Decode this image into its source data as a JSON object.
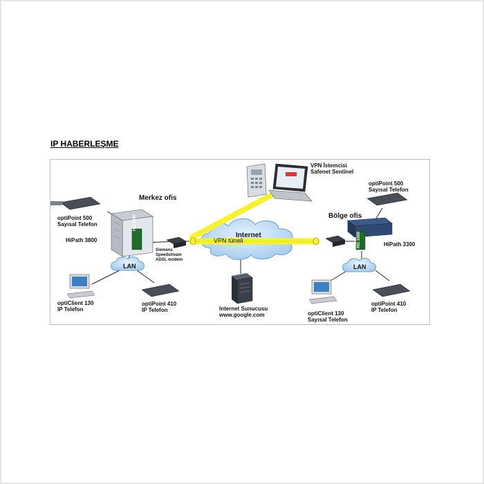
{
  "heading": "IP HABERLEŞME",
  "labels": {
    "vpn_client_line1": "VPN İstemcisi",
    "vpn_client_line2": "Safenet Sentinel",
    "merkez_ofis": "Merkez ofis",
    "optipoint500_left_line1": "optiPoint 500",
    "optipoint500_left_line2": "Sayısal Telefon",
    "hipath3800": "HiPath 3800",
    "hg1500_left": "HG 1500",
    "modem_line1": "Siemens",
    "modem_line2": "Speedstream",
    "modem_line3": "ADSL modem",
    "internet": "Internet",
    "vpn_tunnel": "VPN tüneli",
    "bolge_ofis": "Bölge ofis",
    "optipoint500_right_line1": "optiPoint 500",
    "optipoint500_right_line2": "Sayısal Telefon",
    "hipath3300": "HiPath 3300",
    "hg1500_right": "HG 1500",
    "lan_left": "LAN",
    "lan_right": "LAN",
    "opticlient130_left_line1": "optiClient 130",
    "opticlient130_left_line2": "IP Telefon",
    "optipoint410_left_line1": "optiPoint 410",
    "optipoint410_left_line2": "IP Telefon",
    "internet_server_line1": "Internet Sunucusu",
    "internet_server_line2": "www.google.com",
    "opticlient130_right_line1": "optiClient 130",
    "opticlient130_right_line2": "Sayısal Telefon",
    "optipoint410_right_line1": "optiPoint 410",
    "optipoint410_right_line2": "IP Telefon"
  },
  "colors": {
    "tunnel": "#f5f232",
    "cloud": "#bcd9f2",
    "cloud_edge": "#6f9fcc",
    "hg_card": "#1f6b2a",
    "server": "#3a4048",
    "phone": "#3b3f45"
  }
}
